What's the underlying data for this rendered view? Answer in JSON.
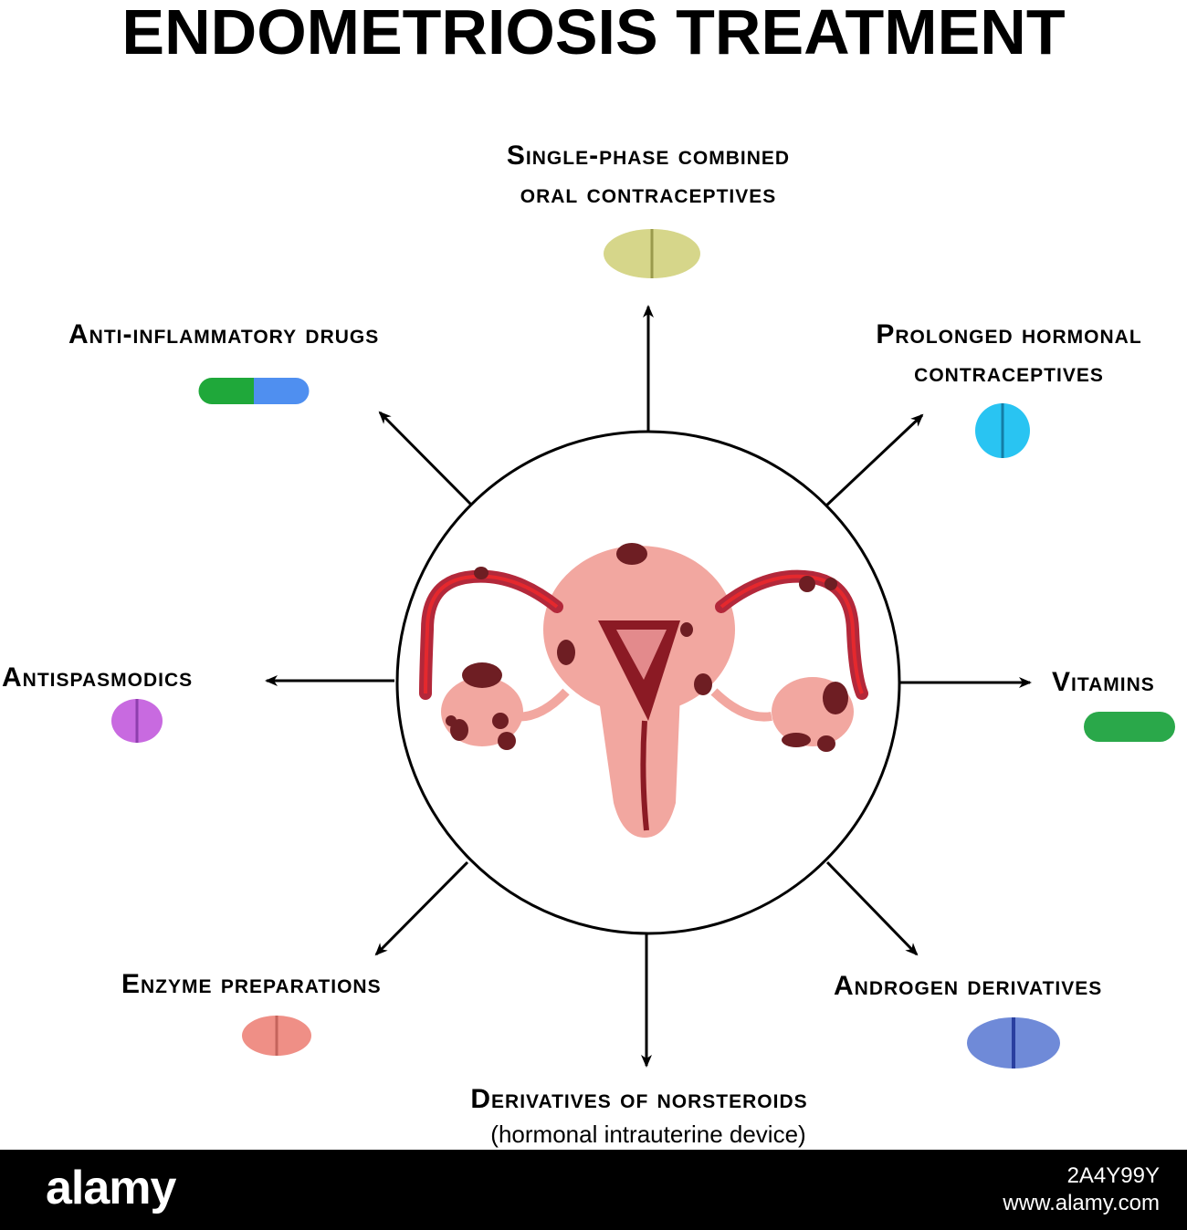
{
  "title": "ENDOMETRIOSIS TREATMENT",
  "treatments": {
    "single_phase": {
      "line1": "Single-phase combined",
      "line2": "oral contraceptives",
      "pill_color": "#d6d68a"
    },
    "prolonged": {
      "line1": "Prolonged hormonal",
      "line2": "contraceptives",
      "pill_color": "#29c4f2"
    },
    "anti_inflammatory": {
      "label": "Anti-inflammatory drugs",
      "pill_colors": [
        "#1fa83a",
        "#4f8ff0"
      ]
    },
    "antispasmodics": {
      "label": "Antispasmodics",
      "pill_color": "#c86ae0"
    },
    "vitamins": {
      "label": "Vitamins",
      "pill_color": "#2aa84a"
    },
    "enzyme": {
      "label": "Enzyme preparations",
      "pill_color": "#ef8f86"
    },
    "androgen": {
      "label": "Androgen derivatives",
      "pill_color": "#6f8ad8"
    },
    "norsteroids": {
      "label": "Derivatives of norsteroids",
      "sublabel": "(hormonal intrauterine device)"
    }
  },
  "footer": {
    "brand": "alamy",
    "image_id": "2A4Y99Y",
    "site": "www.alamy.com"
  }
}
